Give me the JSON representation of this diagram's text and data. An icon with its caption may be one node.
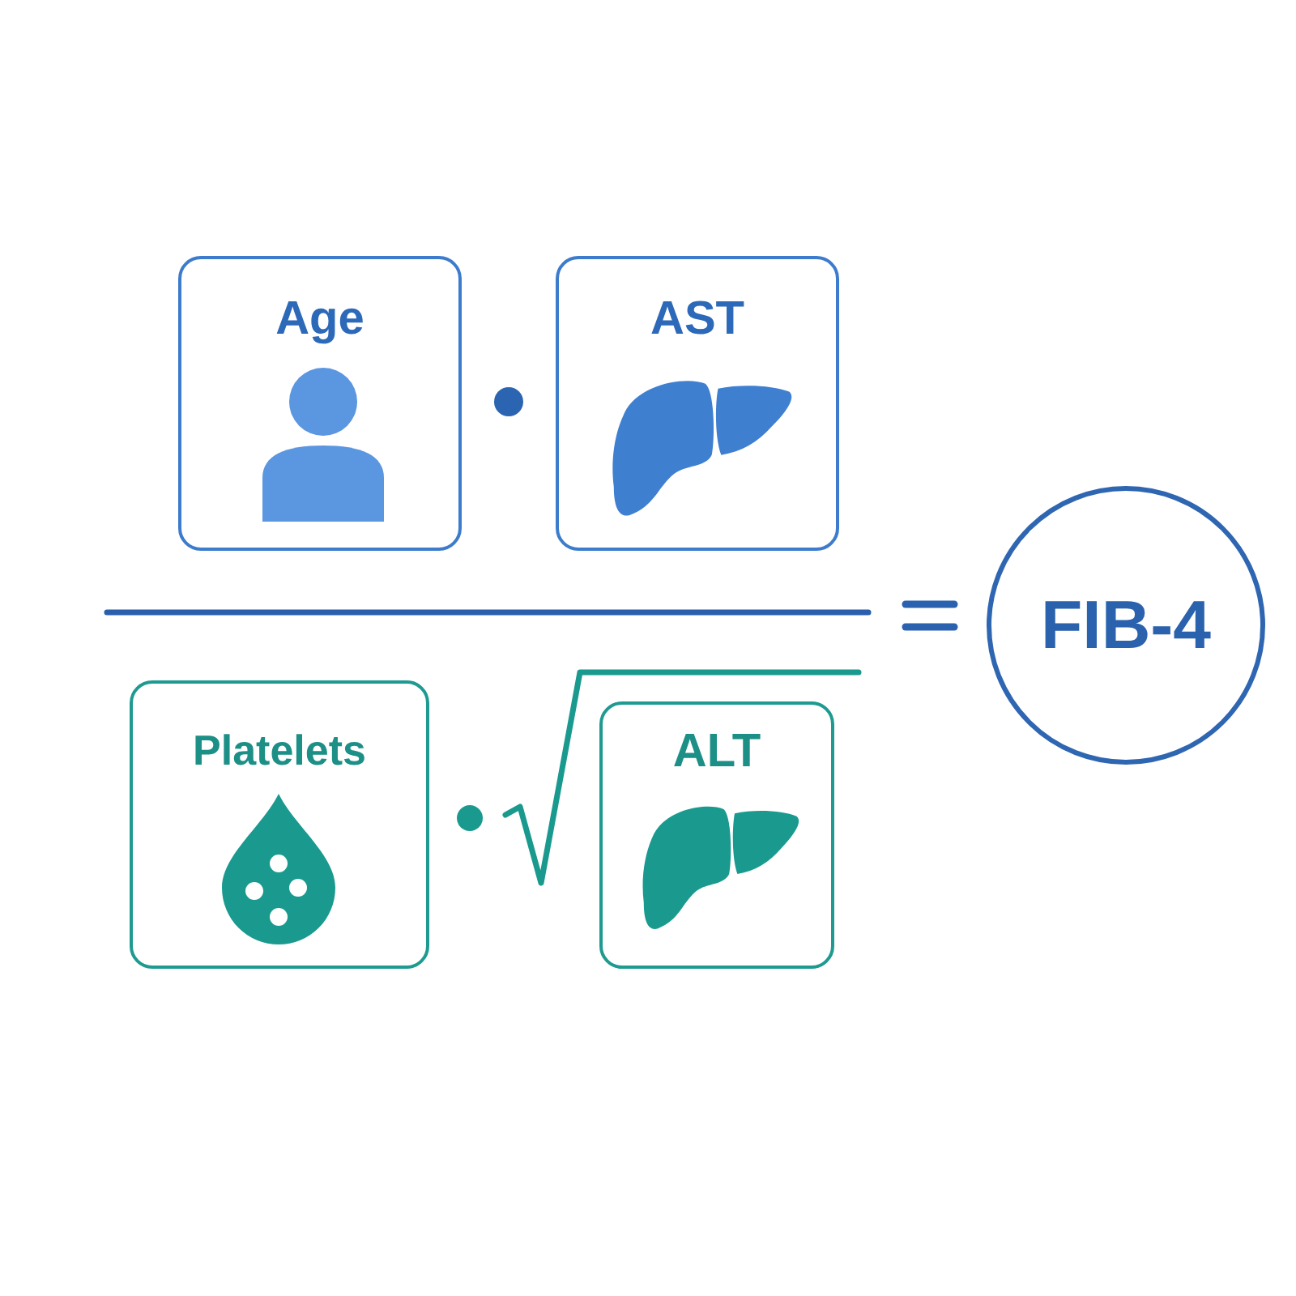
{
  "diagram": {
    "nodes": [
      {
        "text": [
          "Age"
        ]
      },
      {
        "text": [
          "AST"
        ]
      },
      {
        "text": [
          "Platelets"
        ]
      },
      {
        "text": [
          "ALT"
        ]
      },
      {
        "text": [
          "FIB-4"
        ]
      }
    ]
  }
}
